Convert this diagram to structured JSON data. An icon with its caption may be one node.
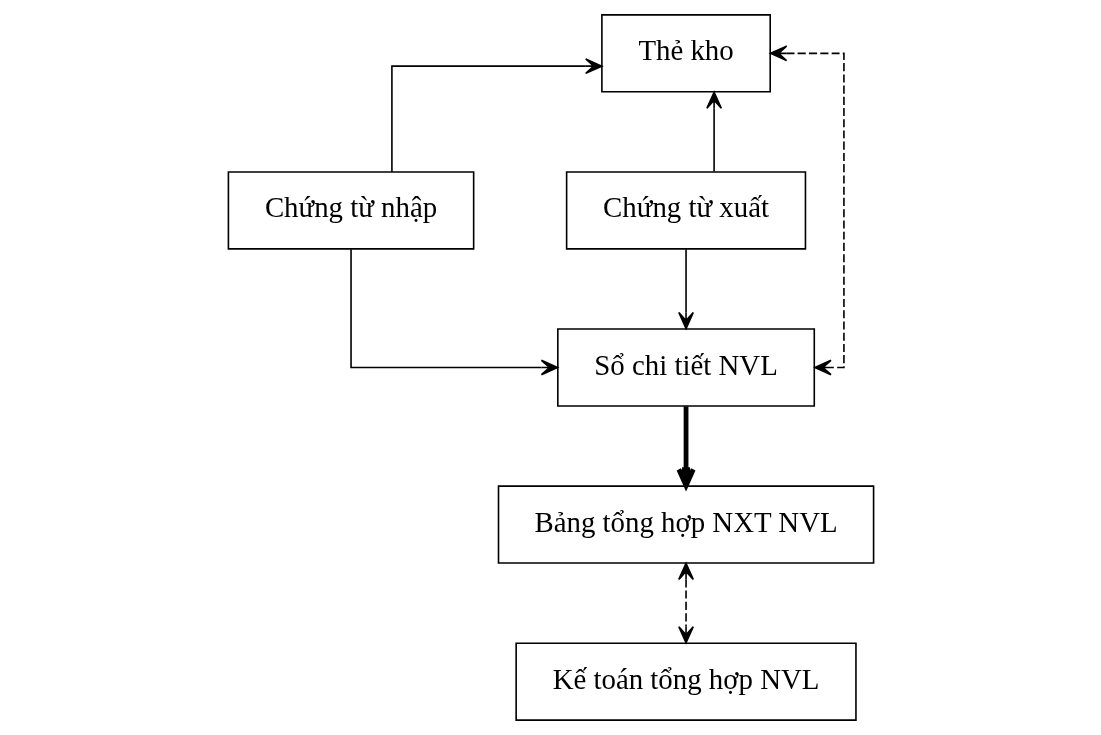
{
  "diagram": {
    "nodes": [
      {
        "text": [
          "Thẻ kho"
        ]
      },
      {
        "text": [
          "Chứng từ nhập"
        ]
      },
      {
        "text": [
          "Chứng từ xuất"
        ]
      },
      {
        "text": [
          "Sổ chi tiết NVL"
        ]
      },
      {
        "text": [
          "Bảng tổng hợp NXT NVL"
        ]
      },
      {
        "text": [
          "Kế toán tổng hợp NVL"
        ]
      }
    ],
    "edges": [
      {
        "from": 1,
        "to": 0,
        "arrow": "to"
      },
      {
        "from": 2,
        "to": 0,
        "arrow": "to"
      },
      {
        "from": 0,
        "to": 3,
        "arrow": "both",
        "style": "dashed"
      },
      {
        "from": 1,
        "to": 3,
        "arrow": "to"
      },
      {
        "from": 2,
        "to": 3,
        "arrow": "to"
      },
      {
        "from": 3,
        "to": 4,
        "arrow": "to",
        "style": "thick"
      },
      {
        "from": 4,
        "to": 5,
        "arrow": "both",
        "style": "dashed"
      }
    ]
  }
}
